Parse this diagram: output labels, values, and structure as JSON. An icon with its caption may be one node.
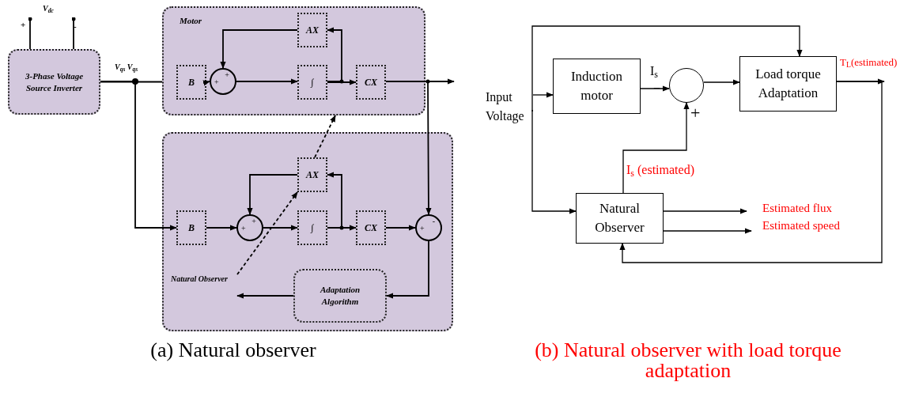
{
  "diagram": {
    "nodes": [
      {
        "text": [
          "3-Phase Voltage Source Inverter"
        ]
      },
      {
        "text": [
          "Motor"
        ]
      },
      {
        "text": [
          "B"
        ],
        "in": 1
      },
      {
        "text": [
          "+",
          "+"
        ],
        "in": 1
      },
      {
        "text": [
          "∫"
        ],
        "in": 1
      },
      {
        "text": [
          "AX"
        ],
        "in": 1
      },
      {
        "text": [
          "CX"
        ],
        "in": 1
      },
      {
        "text": [],
        "shape": "box"
      },
      {
        "text": [
          "B"
        ],
        "in": 7
      },
      {
        "text": [
          "+",
          "+"
        ],
        "in": 7
      },
      {
        "text": [
          "AX"
        ],
        "in": 7
      },
      {
        "text": [
          "∫"
        ],
        "in": 7
      },
      {
        "text": [
          "CX"
        ],
        "in": 7
      },
      {
        "text": [
          "-",
          "+"
        ],
        "in": 7
      },
      {
        "text": [
          "Adaptation Algorithm"
        ],
        "in": 7
      },
      {
        "text": [
          "Natural Observer"
        ],
        "in": 7
      },
      {
        "text": [
          "Input Voltage"
        ]
      },
      {
        "text": [
          "Induction motor"
        ]
      },
      {
        "text": [],
        "shape": "circle"
      },
      {
        "text": [
          "Load torque Adaptation"
        ]
      },
      {
        "text": [
          "Natural Observer"
        ]
      },
      {
        "text": [
          "+"
        ]
      },
      {
        "text": [
          "-"
        ]
      }
    ],
    "edges": [
      {
        "from": 0,
        "to": 21,
        "arrow": "other"
      },
      {
        "from": 0,
        "to": 22,
        "arrow": "other"
      },
      {
        "from": 0,
        "to": 1,
        "arrow": "none"
      },
      {
        "from": 0,
        "to": 8,
        "arrow": "to"
      },
      {
        "from": 2,
        "to": 3,
        "arrow": "to"
      },
      {
        "from": 3,
        "to": 4,
        "arrow": "to"
      },
      {
        "from": 4,
        "to": 6,
        "arrow": "to"
      },
      {
        "from": 4,
        "to": 5,
        "arrow": "to"
      },
      {
        "from": 5,
        "to": 3,
        "arrow": "to"
      },
      {
        "from": 6,
        "to": null,
        "arrow": "to"
      },
      {
        "from": 6,
        "to": 13,
        "arrow": "to"
      },
      {
        "from": 8,
        "to": 9,
        "arrow": "to"
      },
      {
        "from": 9,
        "to": 11,
        "arrow": "to"
      },
      {
        "from": 11,
        "to": 12,
        "arrow": "to"
      },
      {
        "from": 11,
        "to": 10,
        "arrow": "to"
      },
      {
        "from": 10,
        "to": 9,
        "arrow": "to"
      },
      {
        "from": 12,
        "to": 13,
        "arrow": "to"
      },
      {
        "from": 13,
        "to": 14,
        "arrow": "to"
      },
      {
        "from": 14,
        "to": 15,
        "arrow": "to"
      },
      {
        "from": 15,
        "to": 10,
        "arrow": "to",
        "style": "dashed"
      },
      {
        "from": 10,
        "to": 1,
        "arrow": "to",
        "style": "dashed"
      },
      {
        "from": 16,
        "to": 17,
        "arrow": "to"
      },
      {
        "from": 16,
        "to": 19,
        "arrow": "to"
      },
      {
        "from": 16,
        "to": 20,
        "arrow": "to"
      },
      {
        "from": 17,
        "to": 18,
        "arrow": "to",
        "label": "I$_{s}$"
      },
      {
        "from": 18,
        "to": 19,
        "arrow": "to"
      },
      {
        "from": 19,
        "to": null,
        "arrow": "to",
        "label": "T$_{L}$(estimated)"
      },
      {
        "from": 19,
        "to": 20,
        "arrow": "to"
      },
      {
        "from": 20,
        "to": 18,
        "arrow": "to",
        "label": "I$_{s}$ (estimated)"
      },
      {
        "from": 20,
        "to": null,
        "arrow": "to",
        "label": "Estimated flux"
      },
      {
        "from": 20,
        "to": null,
        "arrow": "to",
        "label": "Estimated speed"
      }
    ],
    "labels": [
      "V$_{dc}$",
      "V$_{qs}$ V$_{qs}$",
      "−",
      "+",
      "(a) Natural observer",
      "(b) Natural observer with load torque adaptation"
    ]
  }
}
